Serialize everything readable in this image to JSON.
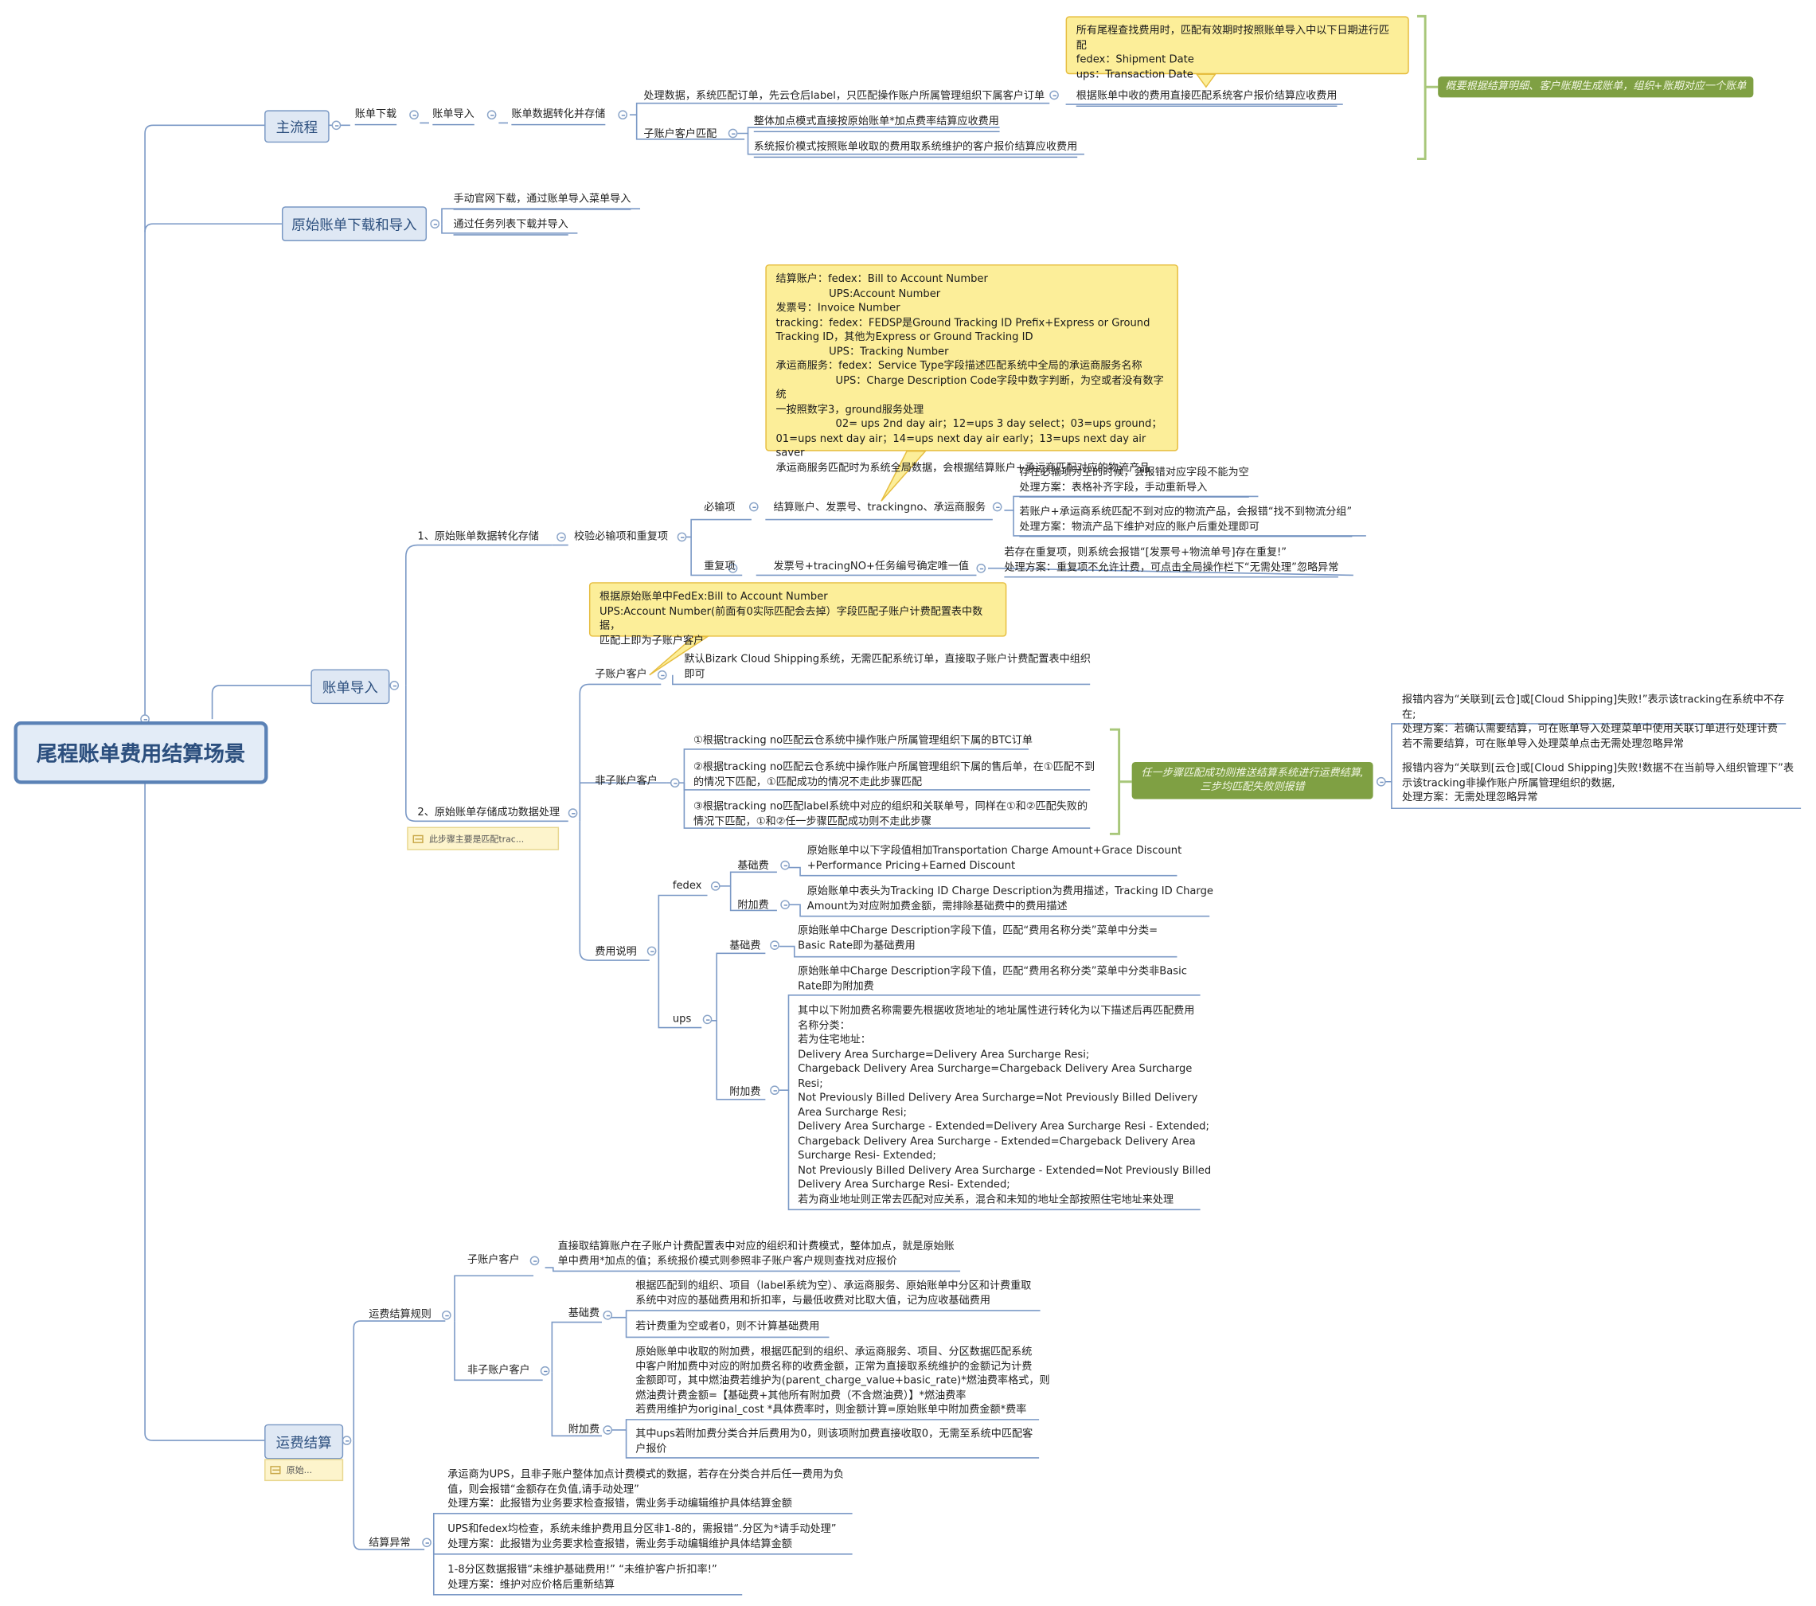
{
  "root": "尾程账单费用结算场景",
  "main_flow": {
    "label": "主流程",
    "step1": "账单下载",
    "step2": "账单导入",
    "step3": "账单数据转化并存储",
    "process_match": "处理数据，系统匹配订单，先云仓后label，只匹配操作账户所属管理组织下属客户订单",
    "fee_by_bill": "根据账单中收的费用直接匹配系统客户报价结算应收费用",
    "sub_account_match": "子账户客户匹配",
    "whole_markup": "整体加点模式直接按原始账单*加点费率结算应收费用",
    "system_quote": "系统报价模式按照账单收取的费用取系统维护的客户报价结算应收费用",
    "callout": "所有尾程查找费用时，匹配有效期时按照账单导入中以下日期进行匹配\nfedex：Shipment Date\nups：Transaction Date",
    "summary": "概要根据结算明细、客户账期生成账单，组织+账期对应一个账单"
  },
  "raw_bill": {
    "label": "原始账单下载和导入",
    "item1": "手动官网下载，通过账单导入菜单导入",
    "item2": "通过任务列表下载并导入"
  },
  "import": {
    "label": "账单导入",
    "part1": "1、原始账单数据转化存储",
    "validate": "校验必输项和重复项",
    "required": "必输项",
    "required_fields": "结算账户、发票号、trackingno、承运商服务",
    "required_r1": "存在必输项为空的时候，会报错对应字段不能为空\n处理方案：表格补齐字段，手动重新导入",
    "required_r2": "若账户+承运商系统匹配不到对应的物流产品，会报错“找不到物流分组”\n处理方案：物流产品下维护对应的账户后重处理即可",
    "duplicate": "重复项",
    "duplicate_key": "发票号+tracingNO+任务编号确定唯一值",
    "duplicate_r": "若存在重复项，则系统会报错“[发票号+物流单号]存在重复!”\n处理方案：重复项不允许计费，可点击全局操作栏下“无需处理”忽略异常",
    "callout_fields": "结算账户：fedex：Bill to Account Number\n                UPS:Account Number\n发票号：Invoice Number\ntracking：fedex：FEDSP是Ground Tracking ID Prefix+Express or Ground\nTracking ID，其他为Express or Ground Tracking ID\n                UPS：Tracking Number\n承运商服务：fedex：Service Type字段描述匹配系统中全局的承运商服务名称\n                  UPS：Charge Description Code字段中数字判断，为空或者没有数字统\n一按照数字3，ground服务处理\n                  02= ups 2nd day air；12=ups 3 day select；03=ups ground；\n01=ups next day air；14=ups next day air early；13=ups next day air saver\n承运商服务匹配时为系统全局数据，会根据结算账户+承运商匹配对应的物流产品",
    "part2": "2、原始账单存储成功数据处理",
    "part2_memo": "此步骤主要是匹配trac...",
    "sub_customer": "子账户客户",
    "sub_customer_desc": "默认Bizark Cloud Shipping系统，无需匹配系统订单，直接取子账户计费配置表中组织\n即可",
    "callout_sub": "根据原始账单中FedEx:Bill to Account Number\nUPS:Account Number(前面有0实际匹配会去掉）字段匹配子账户计费配置表中数据，\n匹配上即为子账户客户",
    "non_sub_customer": "非子账户客户",
    "rule1": "①根据tracking no匹配云仓系统中操作账户所属管理组织下属的BTC订单",
    "rule2": "②根据tracking no匹配云仓系统中操作账户所属管理组织下属的售后单，在①匹配不到\n的情况下匹配，①匹配成功的情况不走此步骤匹配",
    "rule3": "③根据tracking no匹配label系统中对应的组织和关联单号，同样在①和②匹配失败的\n情况下匹配，①和②任一步骤匹配成功则不走此步骤",
    "summary_rules": "任一步骤匹配成功则推送结算系统进行运费结算,\n三步均匹配失败则报错",
    "err1": "报错内容为“关联到[云仓]或[Cloud Shipping]失败!”表示该tracking在系统中不存\n在;\n处理方案：若确认需要结算，可在账单导入处理菜单中使用关联订单进行处理计费\n若不需要结算，可在账单导入处理菜单点击无需处理忽略异常",
    "err2": "报错内容为“关联到[云仓]或[Cloud Shipping]失败!数据不在当前导入组织管理下”表\n示该tracking非操作账户所属管理组织的数据,\n处理方案：无需处理忽略异常",
    "fee_desc": "费用说明",
    "fedex": "fedex",
    "base_fee": "基础费",
    "extra_fee": "附加费",
    "fedex_base": "原始账单中以下字段值相加Transportation Charge Amount+Grace Discount\n+Performance Pricing+Earned Discount",
    "fedex_extra": "原始账单中表头为Tracking ID Charge Description为费用描述，Tracking ID Charge\nAmount为对应附加费金额，需排除基础费中的费用描述",
    "ups": "ups",
    "ups_base": "原始账单中Charge Description字段下值，匹配“费用名称分类”菜单中分类=\nBasic Rate即为基础费用",
    "ups_extra1": "原始账单中Charge Description字段下值，匹配“费用名称分类”菜单中分类非Basic\nRate即为附加费",
    "ups_extra2": "其中以下附加费名称需要先根据收货地址的地址属性进行转化为以下描述后再匹配费用\n名称分类：\n若为住宅地址：\nDelivery Area Surcharge=Delivery Area Surcharge Resi;\nChargeback Delivery Area Surcharge=Chargeback Delivery Area Surcharge\nResi;\nNot Previously Billed Delivery Area Surcharge=Not Previously Billed Delivery\nArea Surcharge Resi;\nDelivery Area Surcharge - Extended=Delivery Area Surcharge Resi - Extended;\nChargeback Delivery Area Surcharge - Extended=Chargeback Delivery Area\nSurcharge Resi- Extended;\nNot Previously Billed Delivery Area Surcharge - Extended=Not Previously Billed\nDelivery Area Surcharge Resi- Extended;\n若为商业地址则正常去匹配对应关系，混合和未知的地址全部按照住宅地址来处理"
  },
  "freight": {
    "label": "运费结算",
    "memo": "原始...",
    "rules": "运费结算规则",
    "sub_customer": "子账户客户",
    "sub_customer_desc": "直接取结算账户在子账户计费配置表中对应的组织和计费模式，整体加点，就是原始账\n单中费用*加点的值；系统报价模式则参照非子账户客户规则查找对应报价",
    "non_sub_customer": "非子账户客户",
    "base_fee": "基础费",
    "base1": "根据匹配到的组织、项目（label系统为空）、承运商服务、原始账单中分区和计费重取\n系统中对应的基础费用和折扣率，与最低收费对比取大值，记为应收基础费用",
    "base2": "若计费重为空或者0，则不计算基础费用",
    "extra_fee": "附加费",
    "extra1": "原始账单中收取的附加费，根据匹配到的组织、承运商服务、项目、分区数据匹配系统\n中客户附加费中对应的附加费名称的收费金额，正常为直接取系统维护的金额记为计费\n金额即可，其中燃油费若维护为(parent_charge_value+basic_rate)*燃油费率格式，则\n燃油费计费金额=【基础费+其他所有附加费（不含燃油费）】*燃油费率\n若费用维护为original_cost *具体费率时，则金额计算=原始账单中附加费金额*费率",
    "extra2": "其中ups若附加费分类合并后费用为0，则该项附加费直接收取0，无需至系统中匹配客\n户报价",
    "exceptions": "结算异常",
    "exc1": "承运商为UPS，且非子账户整体加点计费模式的数据，若存在分类合并后任一费用为负\n值，则会报错“金额存在负值,请手动处理”\n处理方案：此报错为业务要求检查报错，需业务手动编辑维护具体结算金额",
    "exc2": "UPS和fedex均检查，系统未维护费用且分区非1-8的，需报错“.分区为*请手动处理”\n处理方案：此报错为业务要求检查报错，需业务手动编辑维护具体结算金额",
    "exc3": "1-8分区数据报错“未维护基础费用!” “未维护客户折扣率!”\n处理方案：维护对应价格后重新结算"
  }
}
